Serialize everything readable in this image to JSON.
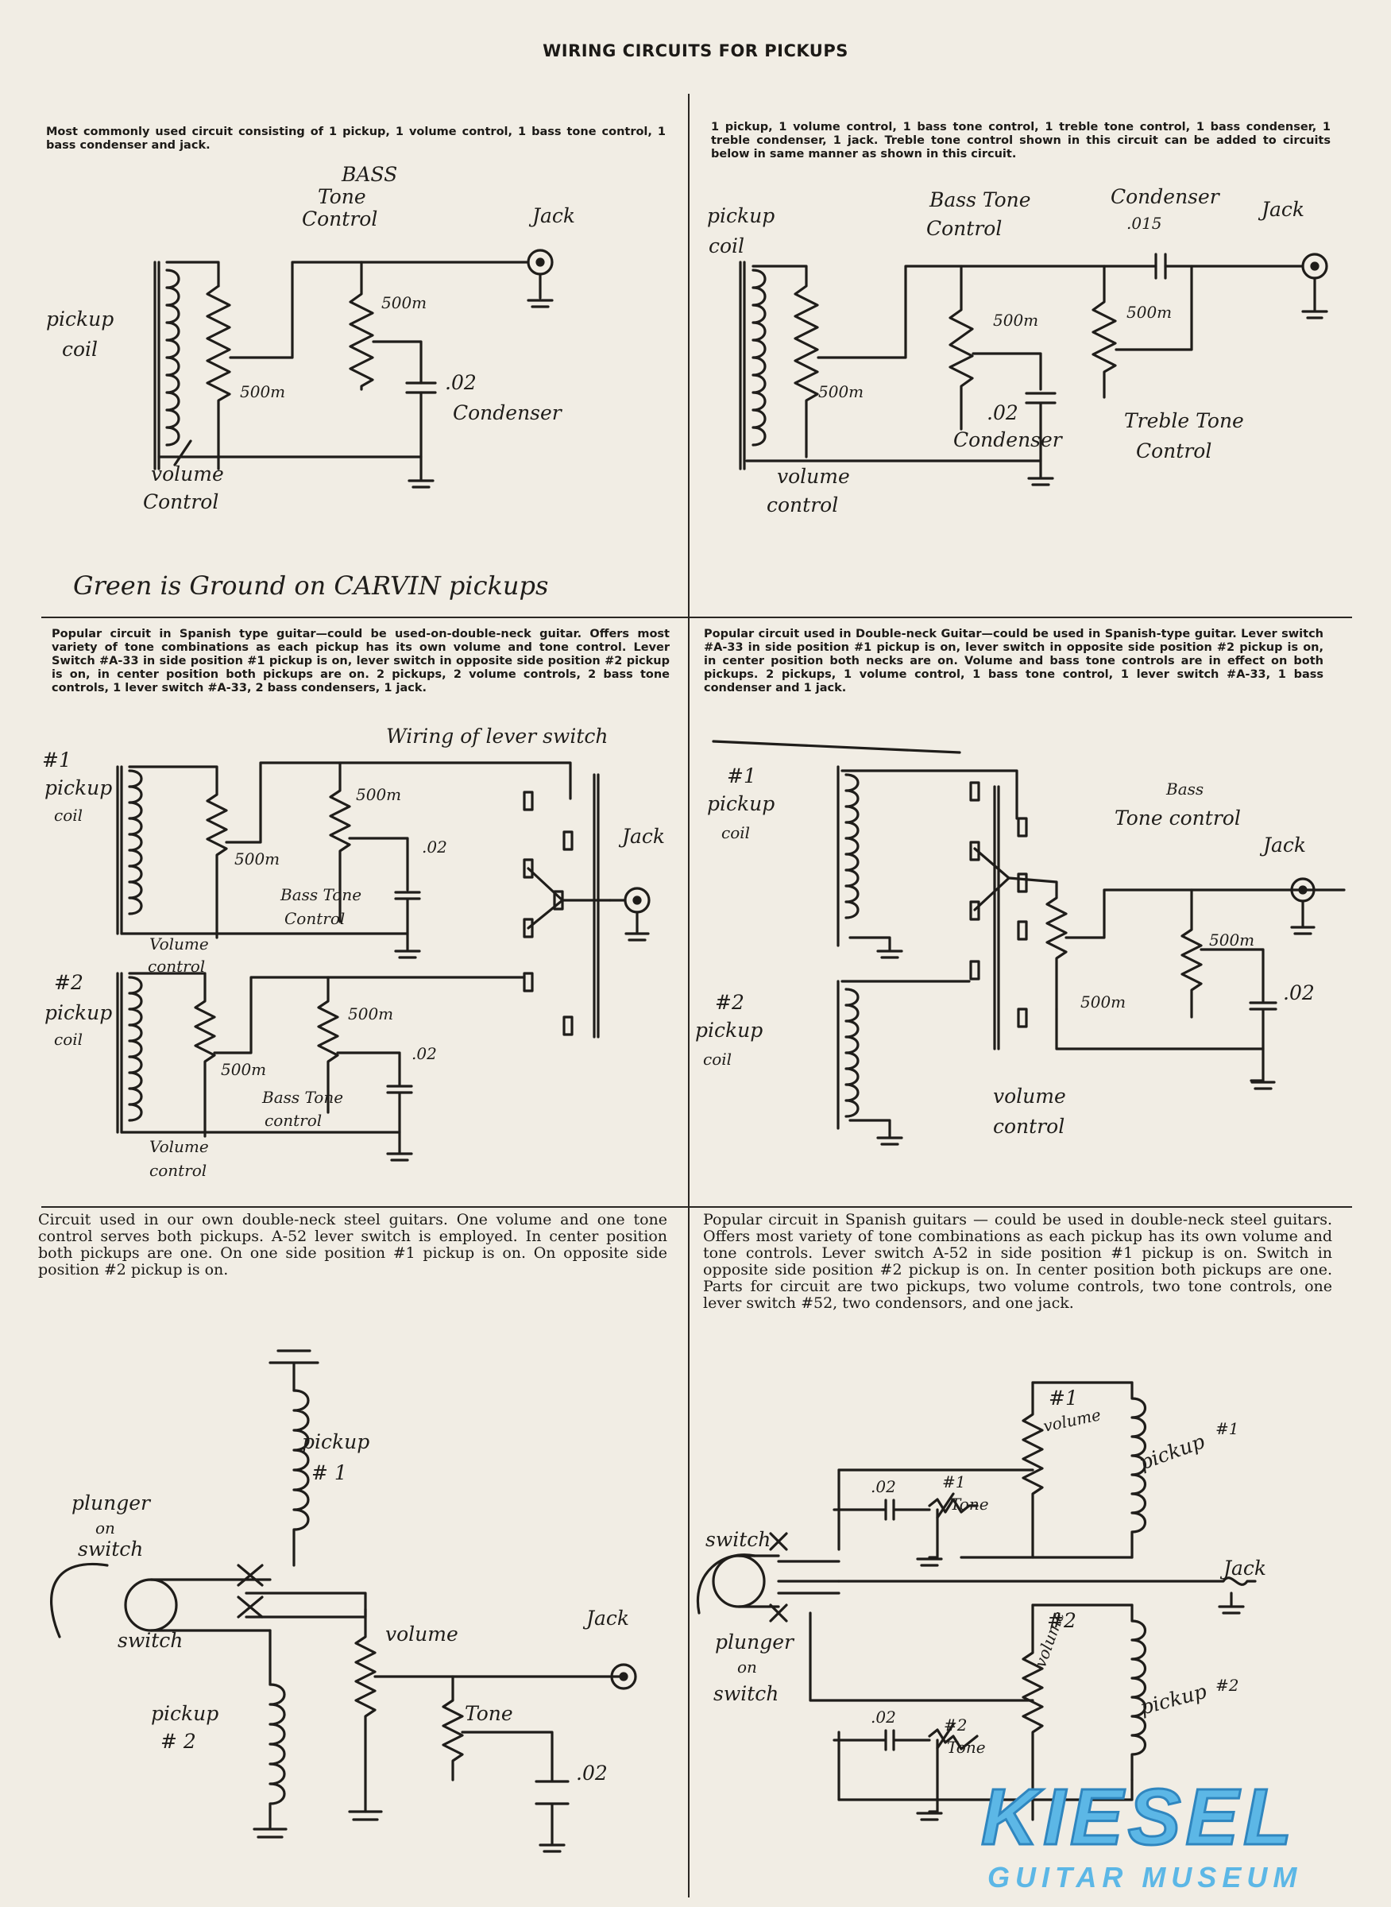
{
  "title": "WIRING CIRCUITS FOR PICKUPS",
  "panels": {
    "p1": {
      "text": "Most commonly used circuit consisting of 1 pickup, 1 volume control, 1 bass tone control, 1 bass condenser and jack.",
      "labels": {
        "bass": "BASS",
        "tone": "Tone",
        "control": "Control",
        "jack": "Jack",
        "pickup": "pickup",
        "coil": "coil",
        "r500m_a": "500m",
        "r500m_b": "500m",
        "cap": ".02",
        "condenser": "Condenser",
        "volume": "volume",
        "vcontrol": "Control"
      },
      "note": "Green is Ground on CARVIN pickups"
    },
    "p2": {
      "text": "1 pickup, 1 volume control, 1 bass tone control, 1 treble tone control, 1 bass condenser, 1 treble condenser, 1 jack. Treble tone control shown in this circuit can be added to circuits below in same manner as shown in this circuit.",
      "labels": {
        "pickup": "pickup",
        "coil": "coil",
        "bass_tone": "Bass Tone",
        "control": "Control",
        "condenser": "Condenser",
        "cap_top": ".015",
        "jack": "Jack",
        "r500m_a": "500m",
        "r500m_b": "500m",
        "r500m_c": "500m",
        "cap": ".02",
        "condenser2": "Condenser",
        "treble_tone": "Treble Tone",
        "tcontrol": "Control",
        "volume": "volume",
        "vcontrol": "control"
      }
    },
    "p3": {
      "text": "Popular circuit in Spanish type guitar—could be used-on-double-neck guitar. Offers most variety of tone combinations as each pickup has its own volume and tone control. Lever Switch #A-33 in side position #1 pickup is on, lever switch in opposite side position #2 pickup is on, in center position both pickups are on. 2 pickups, 2 volume controls, 2 bass tone controls, 1 lever switch #A-33, 2 bass condensers, 1 jack.",
      "labels": {
        "lever": "Wiring of lever switch",
        "p1a": "#1",
        "p1b": "pickup",
        "p1c": "coil",
        "r1": "500m",
        "r2": "500m",
        "cap1": ".02",
        "bass1": "Bass Tone",
        "bc1": "Control",
        "jack": "Jack",
        "vol1": "Volume",
        "vc1": "control",
        "p2a": "#2",
        "p2b": "pickup",
        "p2c": "coil",
        "r3": "500m",
        "r4": "500m",
        "cap2": ".02",
        "bass2": "Bass Tone",
        "bc2": "control",
        "vol2": "Volume",
        "vc2": "control"
      }
    },
    "p4": {
      "text": "Popular circuit used in Double-neck Guitar—could be used in Spanish-type guitar. Lever switch #A-33 in side position #1 pickup is on, lever switch in opposite side position #2 pickup is on, in center position both necks are on. Volume and bass tone controls are in effect on both pickups. 2 pickups, 1 volume control, 1 bass tone control, 1 lever switch #A-33, 1 bass condenser and 1 jack.",
      "labels": {
        "p1a": "#1",
        "p1b": "pickup",
        "p1c": "coil",
        "bass": "Bass",
        "tone_control": "Tone control",
        "jack": "Jack",
        "r1": "500m",
        "r2": "500m",
        "cap": ".02",
        "p2a": "#2",
        "p2b": "pickup",
        "p2c": "coil",
        "volume": "volume",
        "vcontrol": "control"
      }
    },
    "p5": {
      "text": "Circuit used in our own double-neck steel guitars. One volume and one tone control serves both pickups. A-52 lever switch is employed. In center position both pickups are one. On one side position #1 pickup is on. On opposite side position #2 pickup is on.",
      "labels": {
        "pickup1": "pickup",
        "num1": "# 1",
        "plunger": "plunger",
        "on": "on",
        "switch_a": "switch",
        "switch_b": "switch",
        "volume": "volume",
        "jack": "Jack",
        "pickup2": "pickup",
        "num2": "# 2",
        "tone": "Tone",
        "cap": ".02"
      }
    },
    "p6": {
      "text": "Popular circuit in Spanish guitars — could be used in double-neck steel guitars. Offers most variety of tone combinations as each pickup has its own volume and tone controls. Lever switch A-52 in side position #1 pickup is on. Switch in opposite side position #2 pickup is on. In center position both pickups are one. Parts for circuit are two pickups, two volume controls, two tone controls, one lever switch #52, two condensors, and one jack.",
      "labels": {
        "n1": "#1",
        "vol1": "volume",
        "pickup1": "pickup",
        "pn1": "#1",
        "cap1": ".02",
        "t1": "#1",
        "tone1": "Tone",
        "switch": "switch",
        "jack": "Jack",
        "plunger": "plunger",
        "on": "on",
        "switch2": "switch",
        "n2": "#2",
        "vol2": "volume",
        "pickup2": "pickup",
        "pn2": "#2",
        "cap2": ".02",
        "t2": "#2",
        "tone2": "Tone"
      }
    }
  },
  "watermark": {
    "logo": "KIESEL",
    "sub": "GUITAR MUSEUM"
  },
  "colors": {
    "paper": "#f1ede4",
    "ink": "#1f1d1a",
    "logo": "#5cb7e6"
  }
}
